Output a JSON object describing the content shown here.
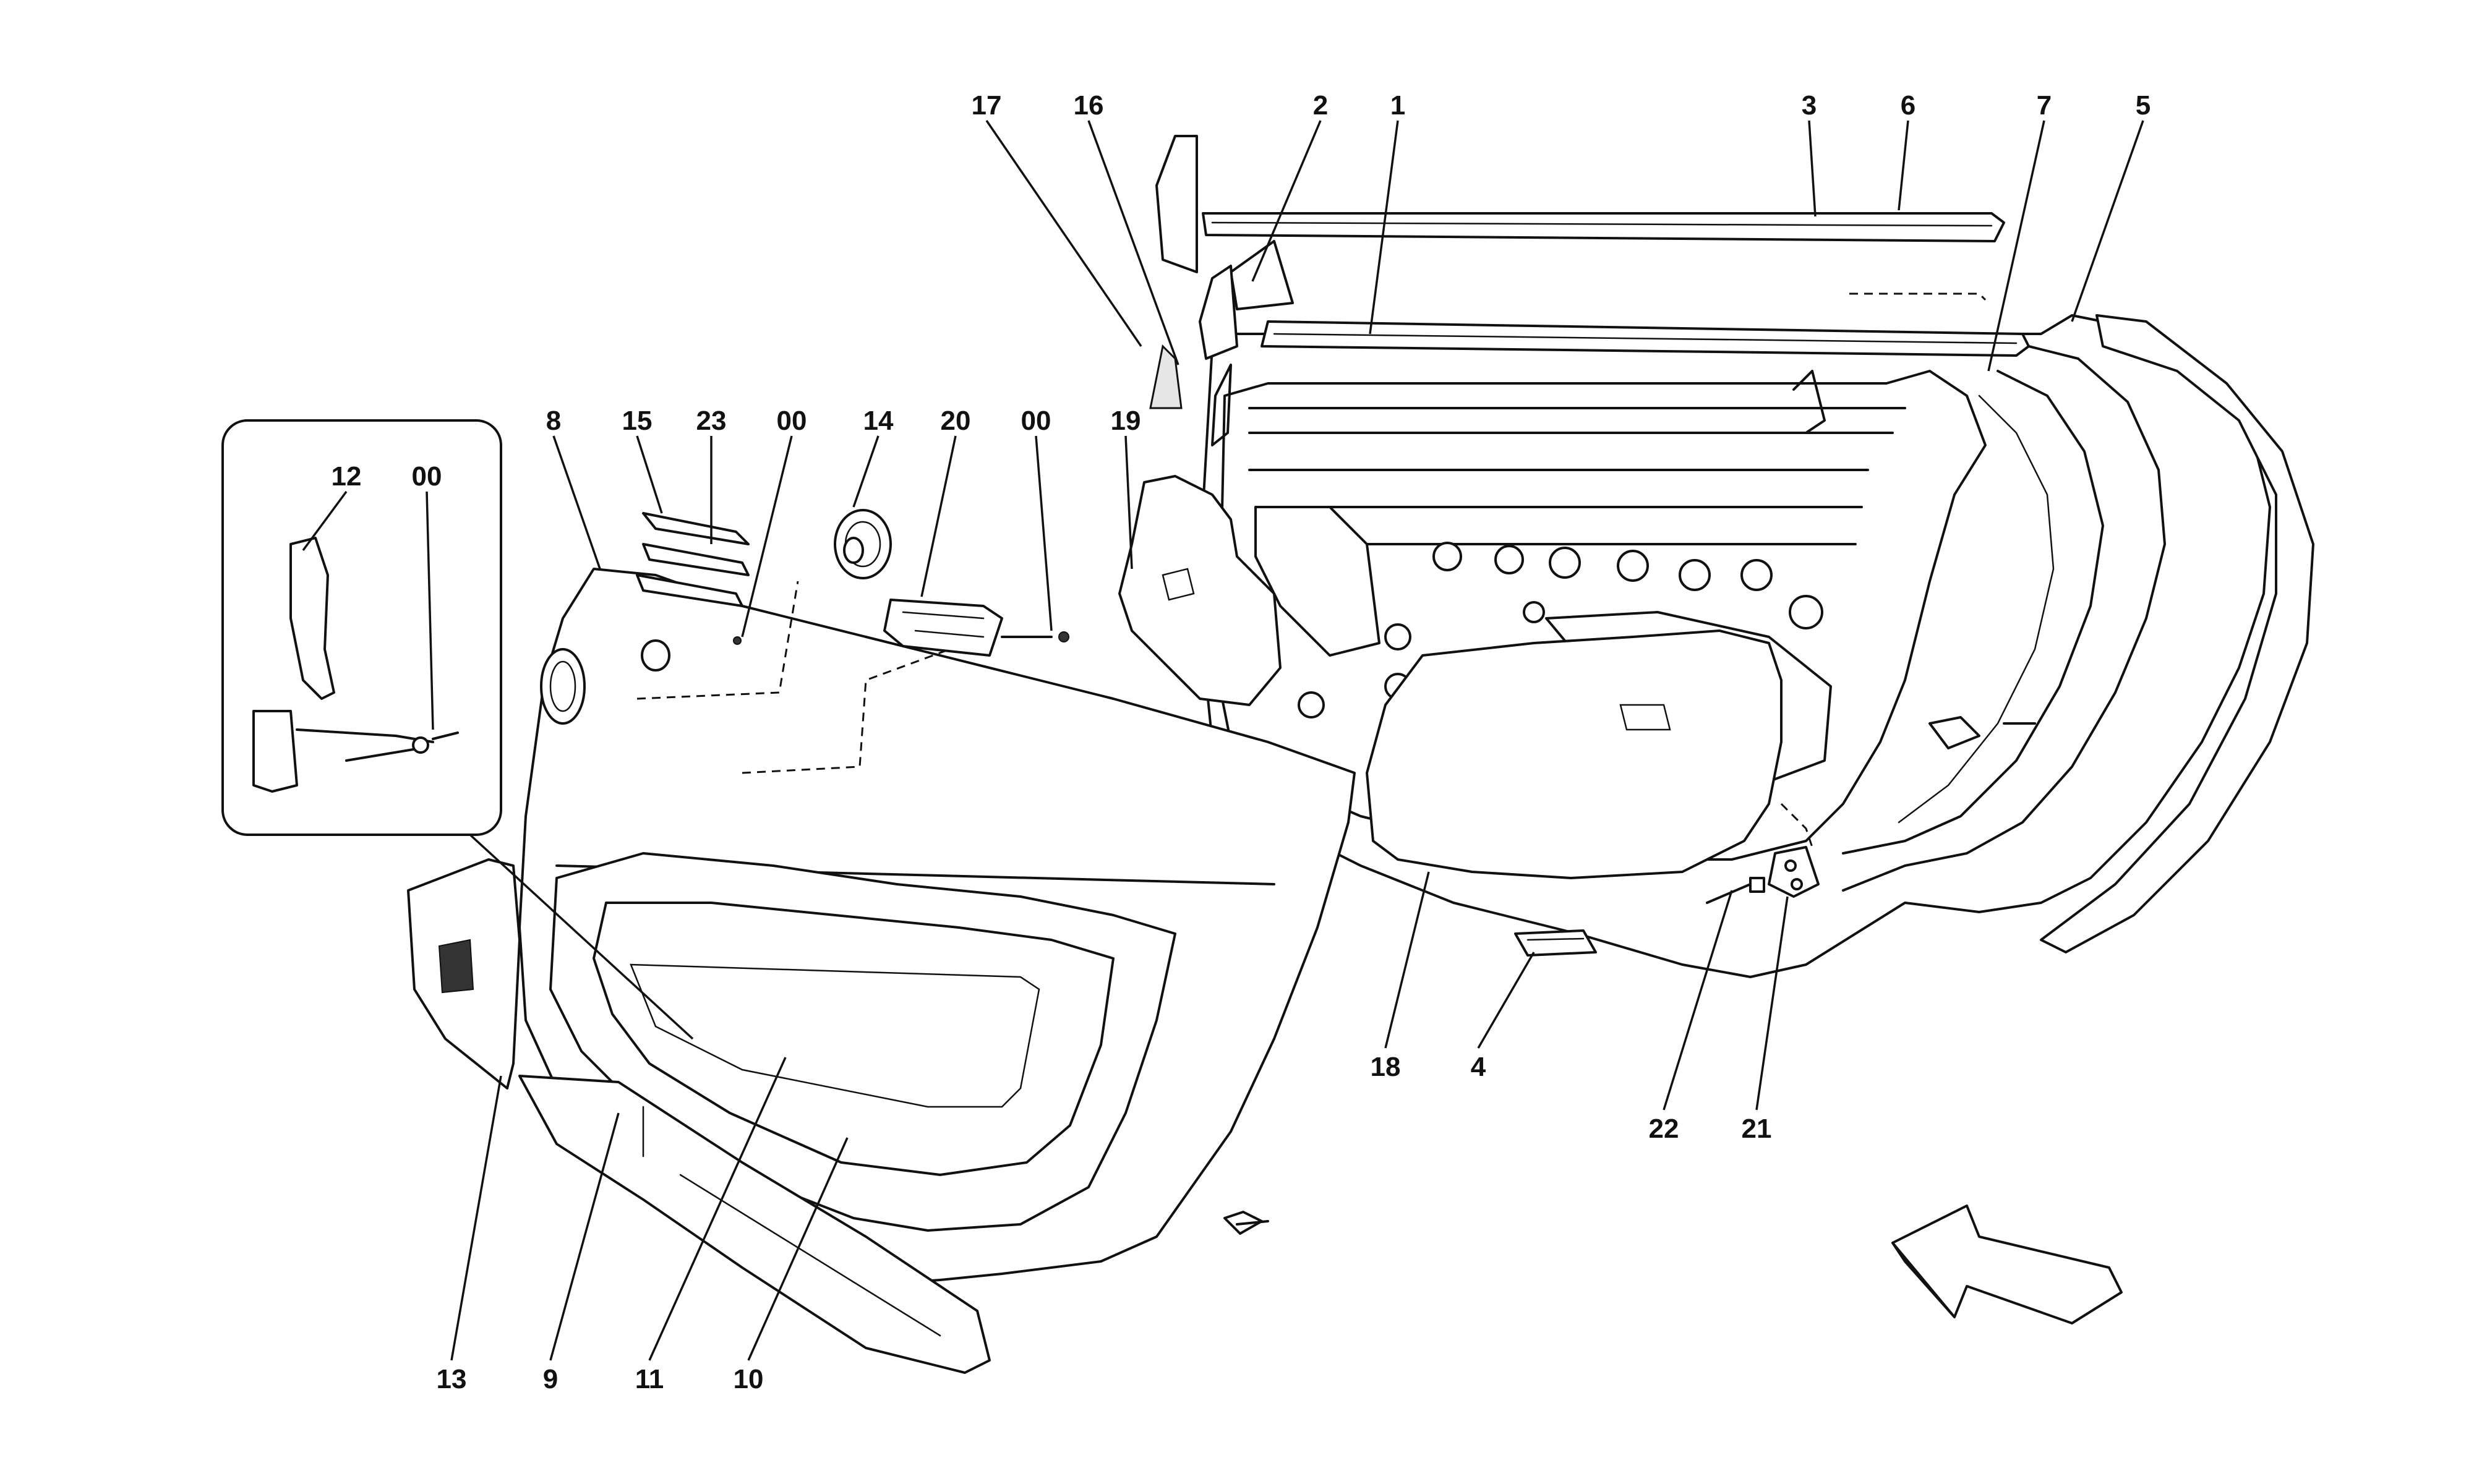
{
  "diagram": {
    "callouts": [
      {
        "id": "c17",
        "text": "17"
      },
      {
        "id": "c16",
        "text": "16"
      },
      {
        "id": "c2",
        "text": "2"
      },
      {
        "id": "c1",
        "text": "1"
      },
      {
        "id": "c3",
        "text": "3"
      },
      {
        "id": "c6",
        "text": "6"
      },
      {
        "id": "c7",
        "text": "7"
      },
      {
        "id": "c5",
        "text": "5"
      },
      {
        "id": "c8",
        "text": "8"
      },
      {
        "id": "c15",
        "text": "15"
      },
      {
        "id": "c23",
        "text": "23"
      },
      {
        "id": "c00a",
        "text": "00"
      },
      {
        "id": "c14",
        "text": "14"
      },
      {
        "id": "c20",
        "text": "20"
      },
      {
        "id": "c00b",
        "text": "00"
      },
      {
        "id": "c19",
        "text": "19"
      },
      {
        "id": "c12",
        "text": "12"
      },
      {
        "id": "c00c",
        "text": "00"
      },
      {
        "id": "c18",
        "text": "18"
      },
      {
        "id": "c4",
        "text": "4"
      },
      {
        "id": "c22",
        "text": "22"
      },
      {
        "id": "c21",
        "text": "21"
      },
      {
        "id": "c13",
        "text": "13"
      },
      {
        "id": "c9",
        "text": "9"
      },
      {
        "id": "c11",
        "text": "11"
      },
      {
        "id": "c10",
        "text": "10"
      }
    ]
  }
}
